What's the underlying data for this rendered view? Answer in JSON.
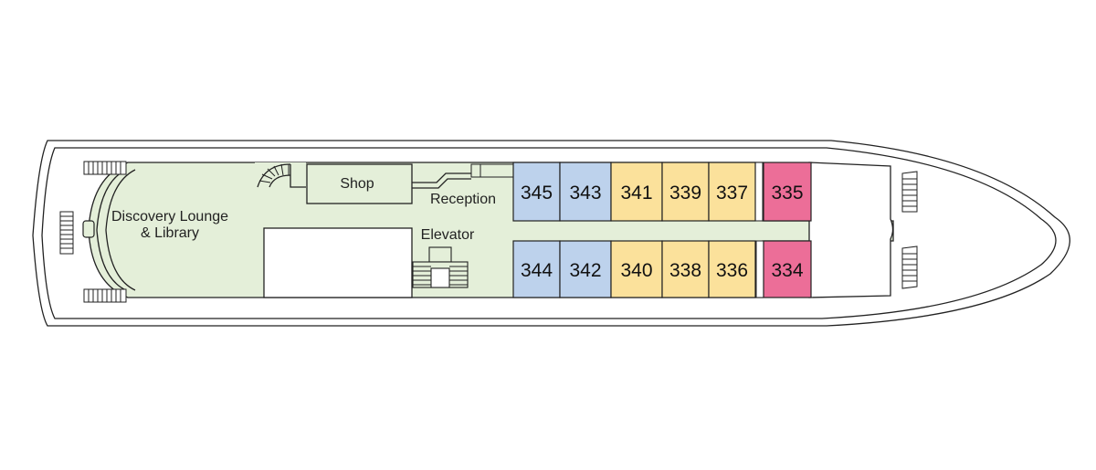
{
  "areas": {
    "lounge_line1": "Discovery Lounge",
    "lounge_line2": "& Library",
    "shop": "Shop",
    "reception": "Reception",
    "elevator": "Elevator"
  },
  "cabin_colors": {
    "blue": "#bdd2ec",
    "yellow": "#fbe19b",
    "pink": "#ec6e98",
    "floor": "#e4efd9"
  },
  "cabins": {
    "top": [
      {
        "number": "345",
        "category": "blue"
      },
      {
        "number": "343",
        "category": "blue"
      },
      {
        "number": "341",
        "category": "yellow"
      },
      {
        "number": "339",
        "category": "yellow"
      },
      {
        "number": "337",
        "category": "yellow"
      },
      {
        "number": "335",
        "category": "pink"
      }
    ],
    "bottom": [
      {
        "number": "344",
        "category": "blue"
      },
      {
        "number": "342",
        "category": "blue"
      },
      {
        "number": "340",
        "category": "yellow"
      },
      {
        "number": "338",
        "category": "yellow"
      },
      {
        "number": "336",
        "category": "yellow"
      },
      {
        "number": "334",
        "category": "pink"
      }
    ]
  }
}
